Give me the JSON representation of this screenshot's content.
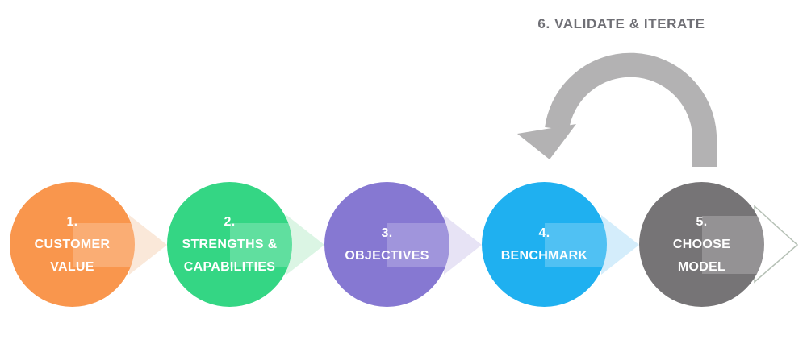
{
  "loop": {
    "label": "6. VALIDATE & ITERATE",
    "label_color": "#6F6F75",
    "arrow_color": "#B3B2B3"
  },
  "steps": [
    {
      "number": "1.",
      "line1": "CUSTOMER",
      "line2": "VALUE",
      "circle_color": "#F9964D",
      "arrow_color": "#FAE8D9"
    },
    {
      "number": "2.",
      "line1": "STRENGTHS &",
      "line2": "CAPABILITIES",
      "circle_color": "#34D684",
      "arrow_color": "#DBF5E4"
    },
    {
      "number": "3.",
      "line1": "OBJECTIVES",
      "line2": "",
      "circle_color": "#8678D2",
      "arrow_color": "#E7E3F5"
    },
    {
      "number": "4.",
      "line1": "BENCHMARK",
      "line2": "",
      "circle_color": "#1FB0F0",
      "arrow_color": "#D4EDFB"
    },
    {
      "number": "5.",
      "line1": "CHOOSE",
      "line2": "MODEL",
      "circle_color": "#767476",
      "arrow_color": "#FFFFFF"
    }
  ],
  "text_color": "#FFFFFF"
}
